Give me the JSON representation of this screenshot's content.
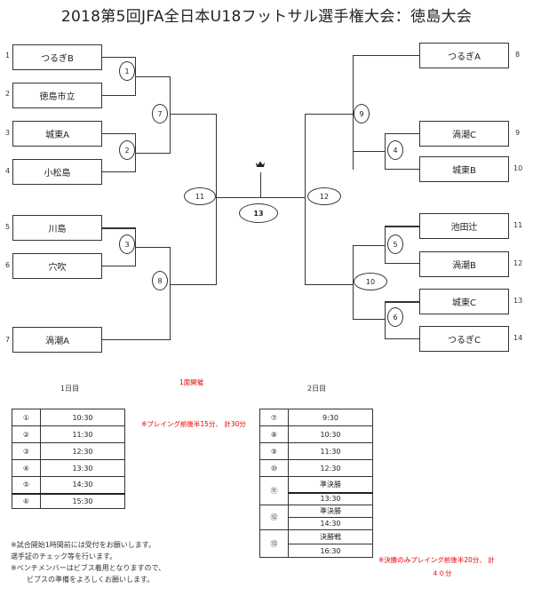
{
  "title": "2018第5回JFA全日本U18フットサル選手権大会：徳島大会",
  "teams_left": [
    {
      "seed": "1",
      "name": "つるぎB"
    },
    {
      "seed": "2",
      "name": "徳島市立"
    },
    {
      "seed": "3",
      "name": "城東A"
    },
    {
      "seed": "4",
      "name": "小松島"
    },
    {
      "seed": "5",
      "name": "川島"
    },
    {
      "seed": "6",
      "name": "穴吹"
    },
    {
      "seed": "7",
      "name": "渦潮A"
    }
  ],
  "teams_right": [
    {
      "seed": "8",
      "name": "つるぎA"
    },
    {
      "seed": "9",
      "name": "渦潮C"
    },
    {
      "seed": "10",
      "name": "城東B"
    },
    {
      "seed": "11",
      "name": "池田辻"
    },
    {
      "seed": "12",
      "name": "渦潮B"
    },
    {
      "seed": "13",
      "name": "城東C"
    },
    {
      "seed": "14",
      "name": "つるぎC"
    }
  ],
  "matches": [
    "1",
    "2",
    "3",
    "4",
    "5",
    "6",
    "7",
    "8",
    "9",
    "10",
    "11",
    "12",
    "13"
  ],
  "trophy_icon": "crown-icon",
  "day1": {
    "header": "1日目",
    "venue_note": "1面開催",
    "rows": [
      {
        "no": "①",
        "time": "10:30"
      },
      {
        "no": "②",
        "time": "11:30"
      },
      {
        "no": "③",
        "time": "12:30"
      },
      {
        "no": "④",
        "time": "13:30"
      },
      {
        "no": "⑤",
        "time": "14:30"
      },
      {
        "no": "⑥",
        "time": "15:30"
      }
    ],
    "red_note": "※プレイング前後半15分、 計30分"
  },
  "day2": {
    "header": "2日目",
    "rows": [
      {
        "no": "⑦",
        "time": "9:30"
      },
      {
        "no": "⑧",
        "time": "10:30"
      },
      {
        "no": "⑨",
        "time": "11:30"
      },
      {
        "no": "⑩",
        "time": "12:30"
      }
    ],
    "semis": [
      {
        "no": "⑪",
        "label": "準決勝",
        "time": "13:30"
      },
      {
        "no": "⑫",
        "label": "準決勝",
        "time": "14:30"
      }
    ],
    "final": {
      "no": "⑬",
      "label": "決勝戦",
      "time": "16:30"
    },
    "red_note_1": "※決勝のみプレイング前後半20分、 計",
    "red_note_2": "４０分"
  },
  "notes": [
    "※試合開始1時間前には受付をお願いします。",
    "選手証のチェック等を行います。",
    "※ベンチメンバーはビブス着用となりますので、",
    "ビブスの準備をよろしくお願いします。"
  ],
  "colors": {
    "accent_red": "#e60000",
    "line": "#333333"
  }
}
